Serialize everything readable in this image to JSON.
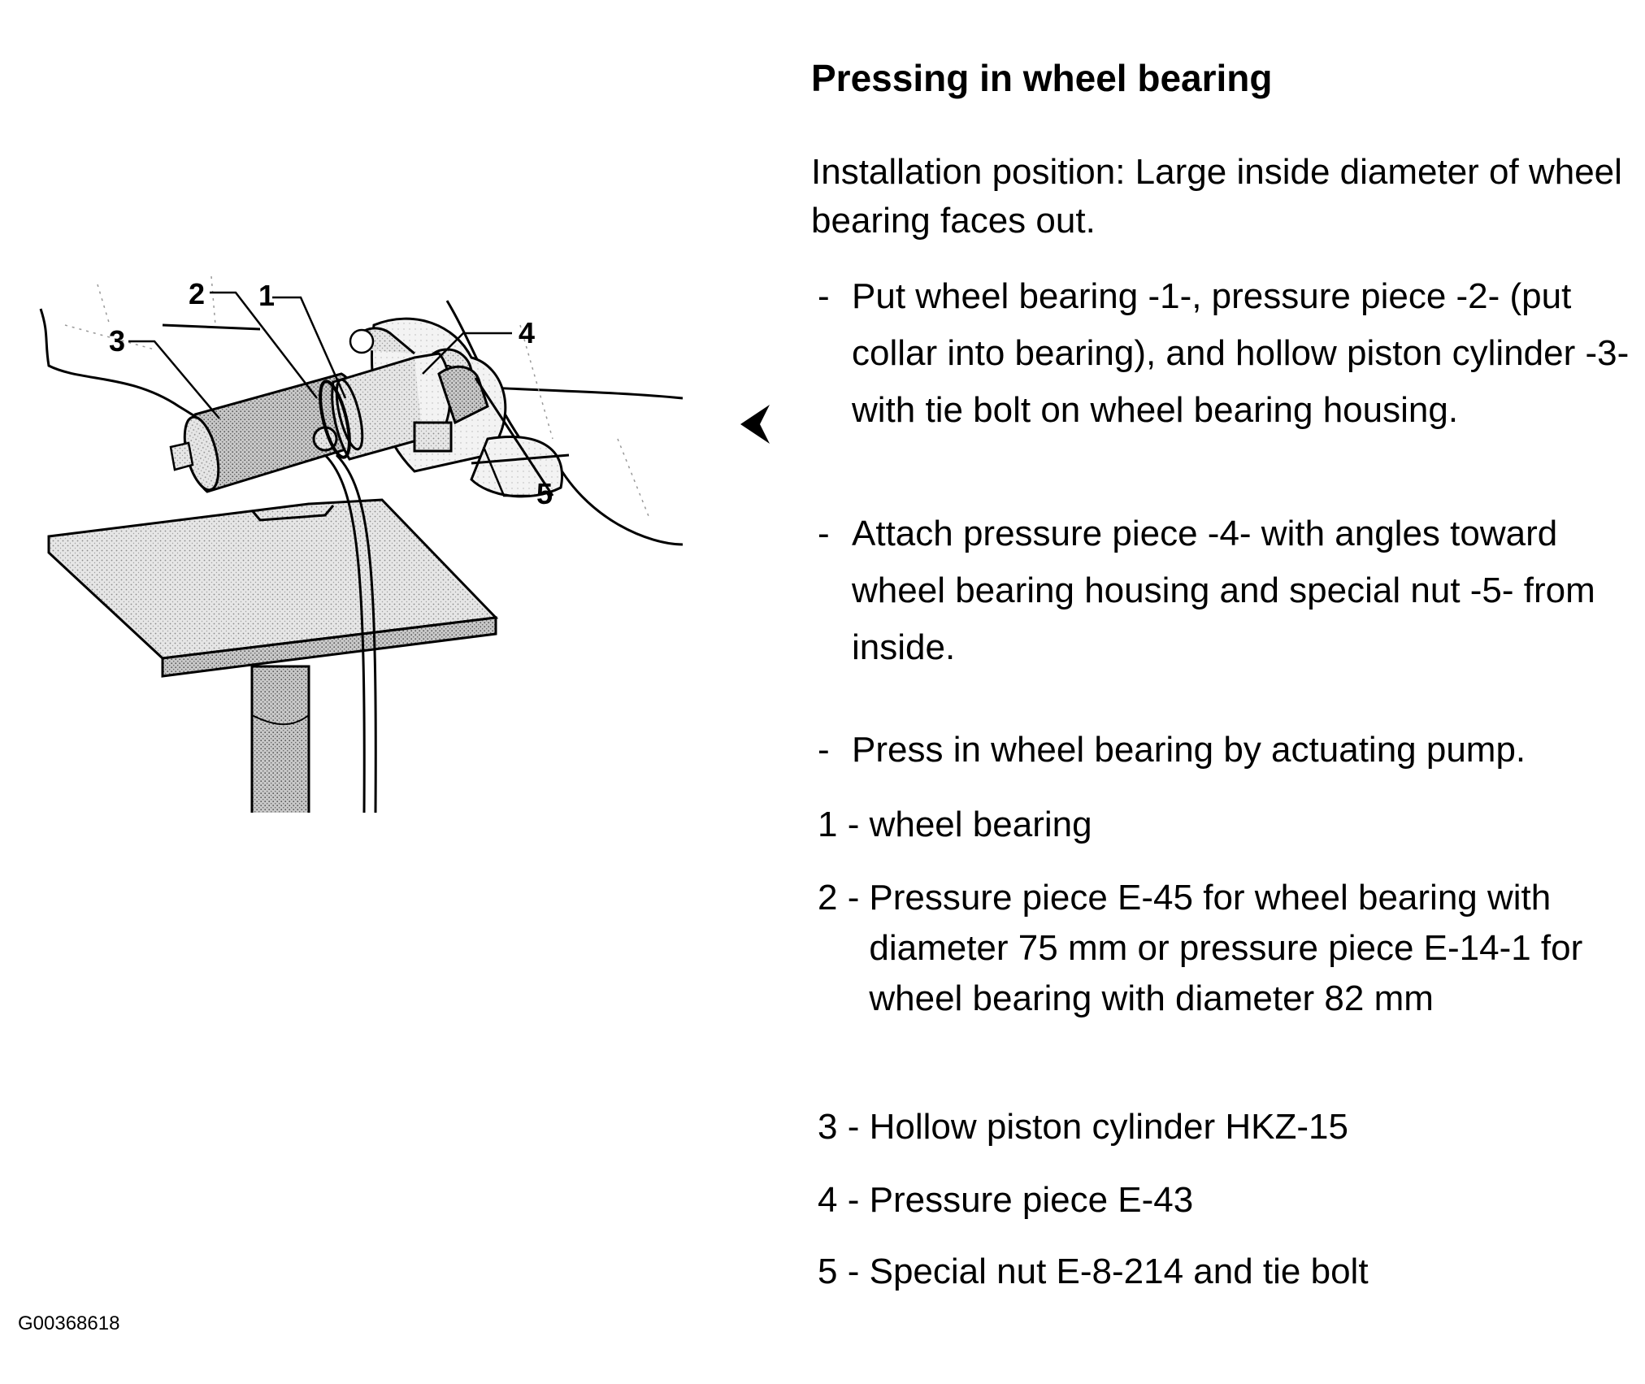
{
  "heading": "Pressing in wheel bearing",
  "intro": "Installation position: Large inside diameter of wheel bearing faces out.",
  "steps": [
    {
      "dash": "-",
      "text": "Put wheel bearing -1-, pressure piece -2- (put collar into bearing), and hollow piston cylinder -3- with tie bolt on wheel bearing housing."
    },
    {
      "dash": "-",
      "text": "Attach pressure piece -4- with angles toward wheel bearing housing and special nut -5- from inside."
    },
    {
      "dash": "-",
      "text": "Press in wheel bearing by actuating pump."
    }
  ],
  "legend": [
    {
      "num": "1 -",
      "text": "wheel bearing"
    },
    {
      "num": "2 -",
      "text": "Pressure piece E-45 for wheel bearing with diameter 75 mm or pressure piece E-14-1 for wheel bearing with diameter 82 mm"
    },
    {
      "num": "3 -",
      "text": "Hollow piston cylinder HKZ-15"
    },
    {
      "num": "4 -",
      "text": "Pressure piece E-43"
    },
    {
      "num": "5 -",
      "text": "Special nut E-8-214 and tie bolt"
    }
  ],
  "callouts": [
    "1",
    "2",
    "3",
    "4",
    "5"
  ],
  "figure_id": "G00368618",
  "pointer_icon": "arrowhead-left-icon"
}
